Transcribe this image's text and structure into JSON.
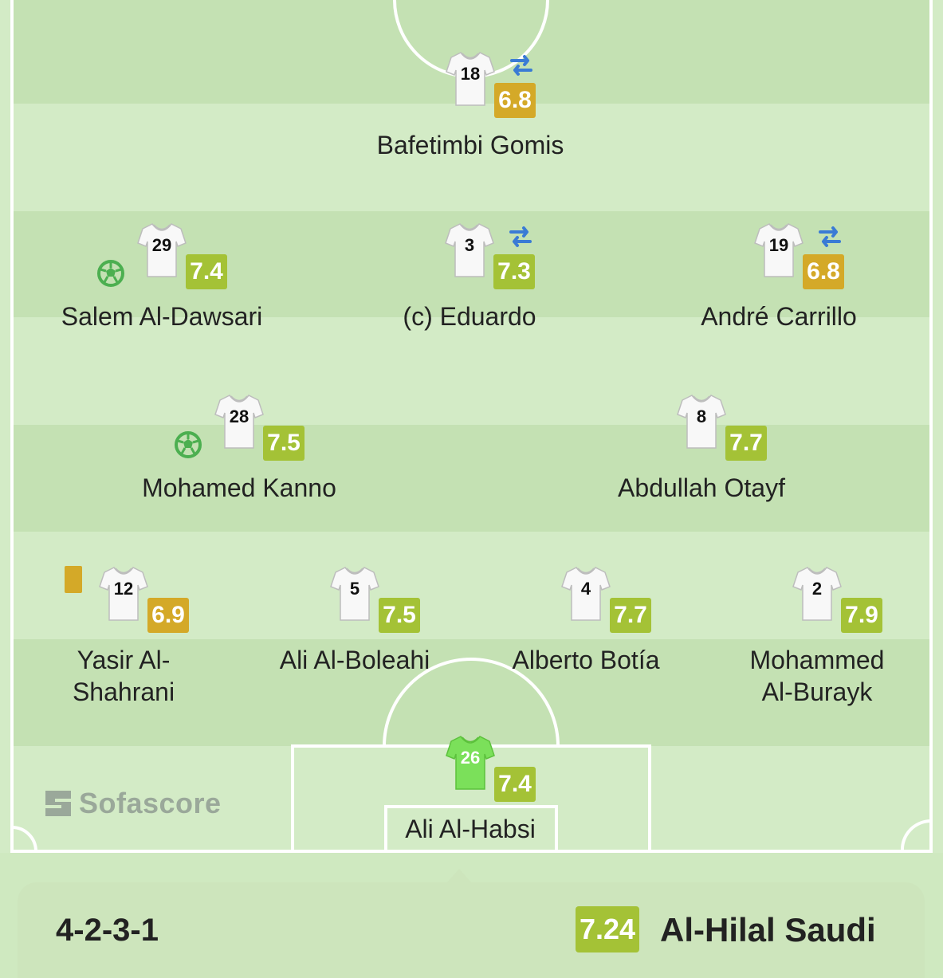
{
  "colors": {
    "rating_green": "#a4c236",
    "rating_yellow": "#d4a928",
    "goal_icon": "#4caf50",
    "sub_icon": "#3a7bd5",
    "gk_shirt": "#7be05a"
  },
  "brand": {
    "name": "Sofascore",
    "icon": "sofascore-logo-icon"
  },
  "players": [
    {
      "id": "gomis",
      "number": "18",
      "rating": "6.8",
      "rating_color": "yellow",
      "name_lines": [
        "Bafetimbi Gomis"
      ],
      "events": [
        "substitution"
      ]
    },
    {
      "id": "aldawsari",
      "number": "29",
      "rating": "7.4",
      "rating_color": "green",
      "name_lines": [
        "Salem Al-Dawsari"
      ],
      "events": [
        "goal"
      ]
    },
    {
      "id": "eduardo",
      "number": "3",
      "rating": "7.3",
      "rating_color": "green",
      "name_lines": [
        "(c) Eduardo"
      ],
      "events": [
        "substitution"
      ]
    },
    {
      "id": "carrillo",
      "number": "19",
      "rating": "6.8",
      "rating_color": "yellow",
      "name_lines": [
        "André Carrillo"
      ],
      "events": [
        "substitution"
      ]
    },
    {
      "id": "kanno",
      "number": "28",
      "rating": "7.5",
      "rating_color": "green",
      "name_lines": [
        "Mohamed Kanno"
      ],
      "events": [
        "goal"
      ]
    },
    {
      "id": "otayf",
      "number": "8",
      "rating": "7.7",
      "rating_color": "green",
      "name_lines": [
        "Abdullah Otayf"
      ],
      "events": []
    },
    {
      "id": "alshahrani",
      "number": "12",
      "rating": "6.9",
      "rating_color": "yellow",
      "name_lines": [
        "Yasir Al-",
        "Shahrani"
      ],
      "events": [
        "yellow-card"
      ]
    },
    {
      "id": "alboleahi",
      "number": "5",
      "rating": "7.5",
      "rating_color": "green",
      "name_lines": [
        "Ali Al-Boleahi"
      ],
      "events": []
    },
    {
      "id": "botia",
      "number": "4",
      "rating": "7.7",
      "rating_color": "green",
      "name_lines": [
        "Alberto Botía"
      ],
      "events": []
    },
    {
      "id": "alburayk",
      "number": "2",
      "rating": "7.9",
      "rating_color": "green",
      "name_lines": [
        "Mohammed",
        "Al-Burayk"
      ],
      "events": []
    },
    {
      "id": "alhabsi",
      "number": "26",
      "rating": "7.4",
      "rating_color": "green",
      "name_lines": [
        "Ali Al-Habsi"
      ],
      "events": [],
      "goalkeeper": true
    }
  ],
  "footer": {
    "formation": "4-2-3-1",
    "team_rating": "7.24",
    "team_name": "Al-Hilal Saudi"
  }
}
